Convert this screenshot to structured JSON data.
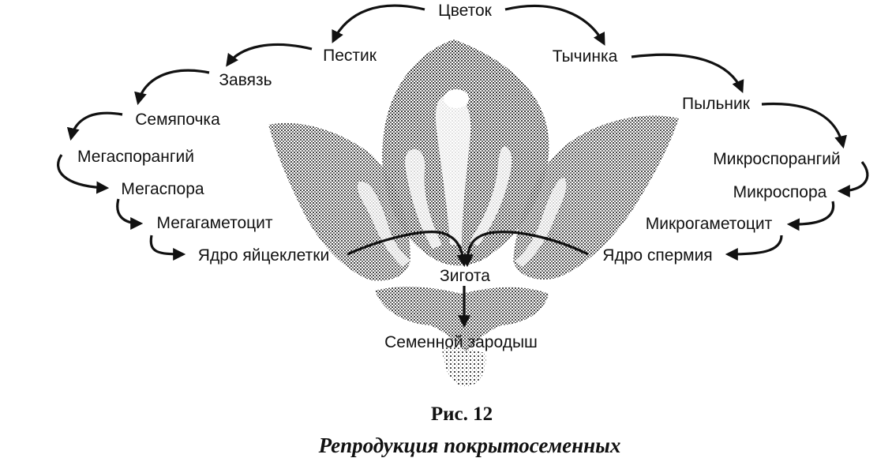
{
  "labels": {
    "flower": "Цветок",
    "pistil": "Пестик",
    "ovary": "Завязь",
    "ovule": "Семяпочка",
    "megasporangium": "Мегаспорангий",
    "megaspore": "Мегаспора",
    "megagametocyte": "Мегагаметоцит",
    "egg_nucleus": "Ядро яйцеклетки",
    "stamen": "Тычинка",
    "anther": "Пыльник",
    "microsporangium": "Микроспорангий",
    "microspore": "Микроспора",
    "microgametocyte": "Микрогаметоцит",
    "sperm_nucleus": "Ядро спермия",
    "zygote": "Зигота",
    "embryo": "Семенной зародыш"
  },
  "caption": {
    "figure": "Рис. 12",
    "title": "Репродукция покрытосеменных"
  }
}
